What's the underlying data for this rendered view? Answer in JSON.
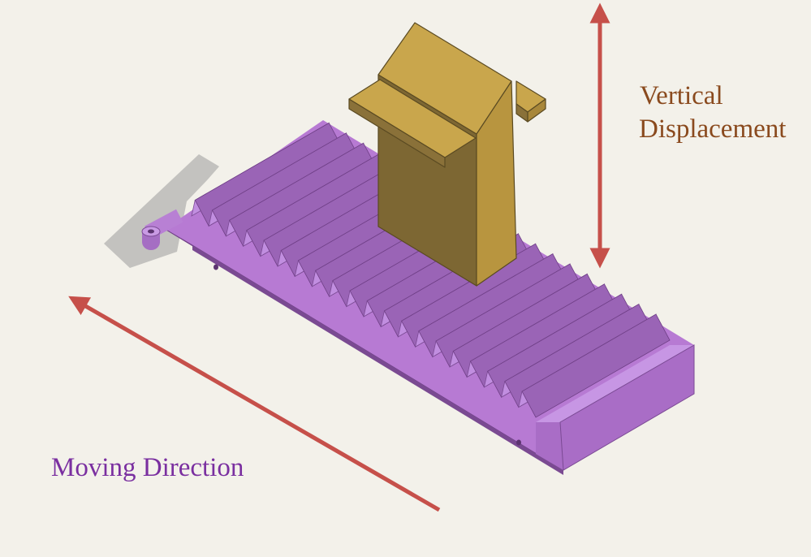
{
  "labels": {
    "vertical_line1": "Vertical",
    "vertical_line2": "Displacement",
    "moving": "Moving Direction"
  },
  "colors": {
    "background": "#f3f1ea",
    "arrow": "#c6504a",
    "vertical_text": "#8a4a1e",
    "moving_text": "#7a2fa0",
    "rack_top": "#b77ad3",
    "rack_front": "#8f5aa6",
    "rack_end": "#a96dc6",
    "tooth_flat": "#c18ee0",
    "tooth_slope": "#9a64b6",
    "follower_front": "#7d6733",
    "follower_side": "#b8953f",
    "follower_top": "#c9a64c",
    "shadow": "#9a9a9a"
  },
  "rack": {
    "tooth_count": 20
  }
}
